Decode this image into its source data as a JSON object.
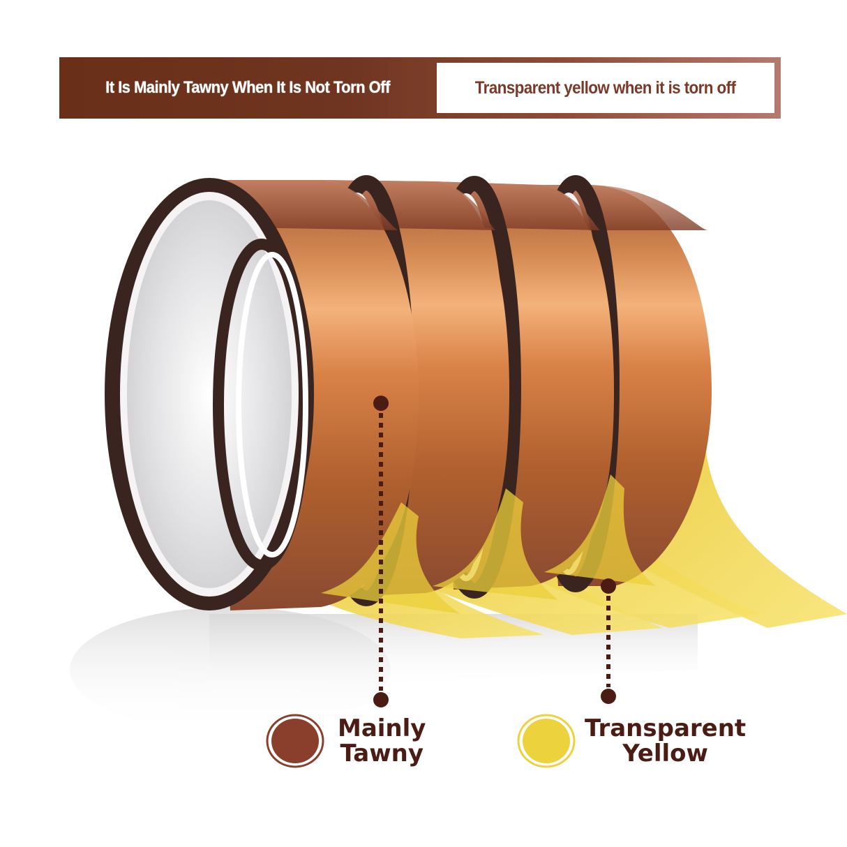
{
  "banner": {
    "left_text": "It Is Mainly Tawny When It Is Not Torn Off",
    "right_text": "Transparent yellow when it is torn off",
    "colors": {
      "banner_dark": "#6a2f18",
      "banner_light": "#b47a6c",
      "right_text": "#7a3a2a"
    }
  },
  "product": {
    "roll_count": 4,
    "roll_color": "#c2703a",
    "edge_color": "#3a2420",
    "tail_color": "#f1d84a"
  },
  "callouts": [
    {
      "id": "tawny",
      "line_style": "dotted",
      "marker_color": "#4a1c14"
    },
    {
      "id": "yellow",
      "line_style": "dotted",
      "marker_color": "#4a1c14"
    }
  ],
  "legend": [
    {
      "line1": "Mainly",
      "line2": "Tawny",
      "swatch_color": "#8a3e2c"
    },
    {
      "line1": "Transparent",
      "line2": "Yellow",
      "swatch_color": "#ecd23c"
    }
  ]
}
